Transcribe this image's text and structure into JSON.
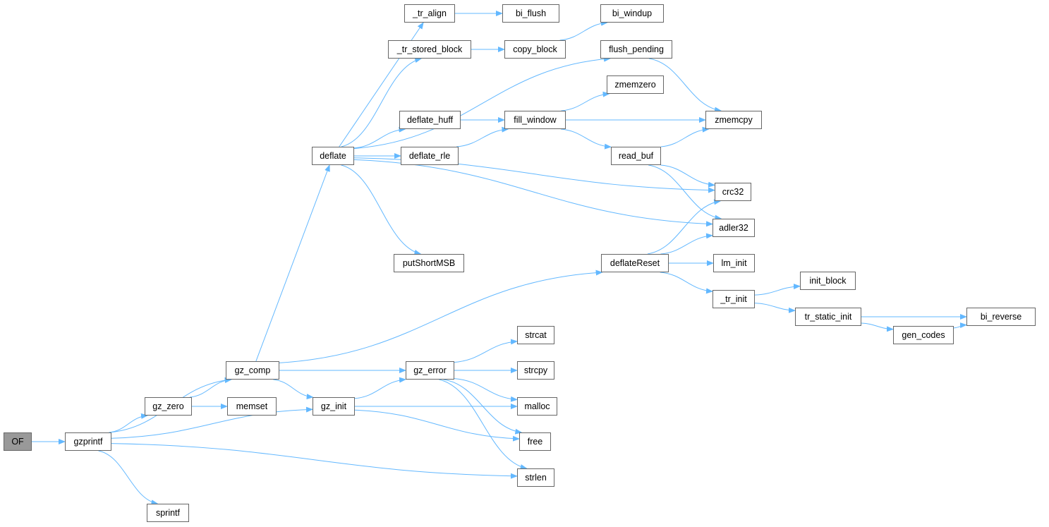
{
  "graph": {
    "edge_color": "#63b8ff",
    "root_fill": "#999999",
    "nodes": {
      "OF": "OF",
      "gzprintf": "gzprintf",
      "sprintf": "sprintf",
      "gz_zero": "gz_zero",
      "gz_comp": "gz_comp",
      "memset": "memset",
      "gz_init": "gz_init",
      "deflate": "deflate",
      "gz_error": "gz_error",
      "strcat": "strcat",
      "strcpy": "strcpy",
      "malloc": "malloc",
      "free": "free",
      "strlen": "strlen",
      "putShortMSB": "putShortMSB",
      "deflate_rle": "deflate_rle",
      "deflate_huff": "deflate_huff",
      "_tr_stored_block": "_tr_stored_block",
      "_tr_align": "_tr_align",
      "bi_flush": "bi_flush",
      "copy_block": "copy_block",
      "bi_windup": "bi_windup",
      "flush_pending": "flush_pending",
      "zmemzero": "zmemzero",
      "fill_window": "fill_window",
      "zmemcpy": "zmemcpy",
      "read_buf": "read_buf",
      "crc32": "crc32",
      "adler32": "adler32",
      "deflateReset": "deflateReset",
      "lm_init": "lm_init",
      "_tr_init": "_tr_init",
      "init_block": "init_block",
      "tr_static_init": "tr_static_init",
      "bi_reverse": "bi_reverse",
      "gen_codes": "gen_codes"
    },
    "root": "OF",
    "edges": [
      [
        "OF",
        "gzprintf"
      ],
      [
        "gzprintf",
        "gz_comp"
      ],
      [
        "gzprintf",
        "gz_zero"
      ],
      [
        "gzprintf",
        "gz_init"
      ],
      [
        "gzprintf",
        "strlen"
      ],
      [
        "gzprintf",
        "sprintf"
      ],
      [
        "gz_zero",
        "gz_comp"
      ],
      [
        "gz_zero",
        "memset"
      ],
      [
        "gz_comp",
        "deflate"
      ],
      [
        "gz_comp",
        "deflateReset"
      ],
      [
        "gz_comp",
        "gz_error"
      ],
      [
        "gz_comp",
        "gz_init"
      ],
      [
        "gz_init",
        "gz_error"
      ],
      [
        "gz_init",
        "malloc"
      ],
      [
        "gz_init",
        "free"
      ],
      [
        "gz_error",
        "strcat"
      ],
      [
        "gz_error",
        "strcpy"
      ],
      [
        "gz_error",
        "malloc"
      ],
      [
        "gz_error",
        "free"
      ],
      [
        "gz_error",
        "strlen"
      ],
      [
        "deflate",
        "_tr_align"
      ],
      [
        "deflate",
        "_tr_stored_block"
      ],
      [
        "deflate",
        "flush_pending"
      ],
      [
        "deflate",
        "deflate_huff"
      ],
      [
        "deflate",
        "deflate_rle"
      ],
      [
        "deflate",
        "crc32"
      ],
      [
        "deflate",
        "adler32"
      ],
      [
        "deflate",
        "putShortMSB"
      ],
      [
        "_tr_align",
        "bi_flush"
      ],
      [
        "_tr_stored_block",
        "copy_block"
      ],
      [
        "copy_block",
        "bi_windup"
      ],
      [
        "flush_pending",
        "zmemcpy"
      ],
      [
        "deflate_huff",
        "fill_window"
      ],
      [
        "deflate_rle",
        "fill_window"
      ],
      [
        "fill_window",
        "zmemzero"
      ],
      [
        "fill_window",
        "zmemcpy"
      ],
      [
        "fill_window",
        "read_buf"
      ],
      [
        "read_buf",
        "zmemcpy"
      ],
      [
        "read_buf",
        "crc32"
      ],
      [
        "read_buf",
        "adler32"
      ],
      [
        "deflateReset",
        "crc32"
      ],
      [
        "deflateReset",
        "adler32"
      ],
      [
        "deflateReset",
        "lm_init"
      ],
      [
        "deflateReset",
        "_tr_init"
      ],
      [
        "_tr_init",
        "init_block"
      ],
      [
        "_tr_init",
        "tr_static_init"
      ],
      [
        "tr_static_init",
        "bi_reverse"
      ],
      [
        "tr_static_init",
        "gen_codes"
      ],
      [
        "gen_codes",
        "bi_reverse"
      ]
    ]
  }
}
